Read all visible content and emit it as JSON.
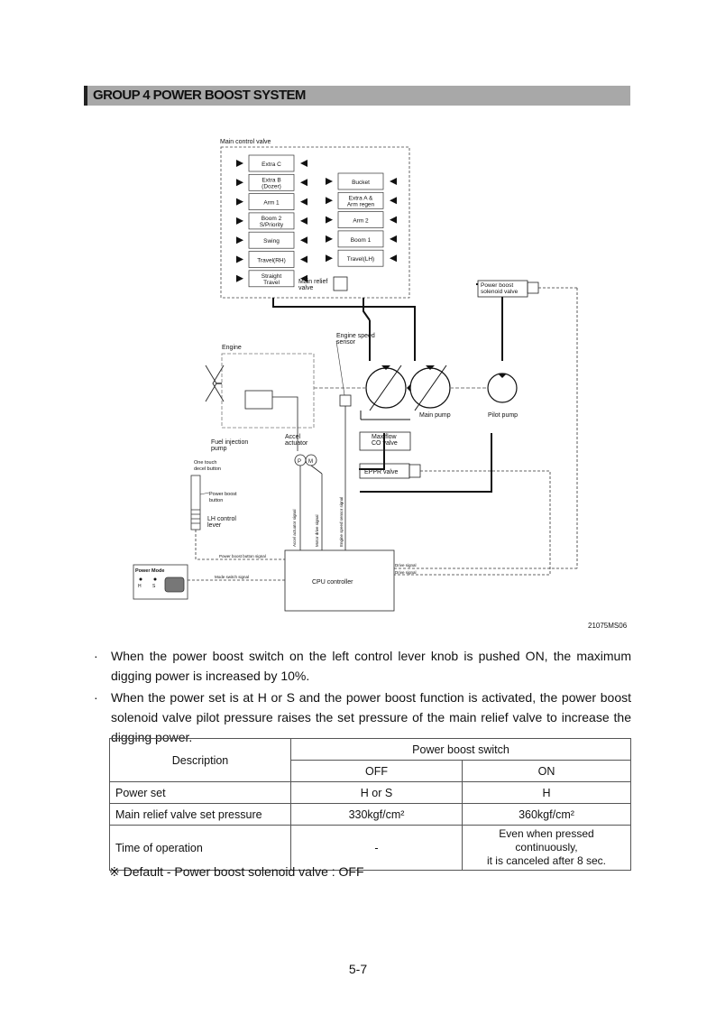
{
  "header": {
    "title": "GROUP  4  POWER BOOST SYSTEM"
  },
  "diagram": {
    "mcv_label": "Main control valve",
    "left_spools": [
      "Extra C",
      "Extra B\n(Dozer)",
      "Arm 1",
      "Boom 2\nS/Priority",
      "Swing",
      "Travel(RH)",
      "Straight\nTravel"
    ],
    "right_spools": [
      "Bucket",
      "Extra A &\nArm regen",
      "Arm 2",
      "Boom 1",
      "Travel(LH)"
    ],
    "main_relief_label": "Main relief\nvalve",
    "power_boost_solenoid_label": "Power boost\nsolenoid valve",
    "engine_label": "Engine",
    "engine_speed_sensor_label": "Engine speed\nsensor",
    "fuel_pump_label": "Fuel injection\npump",
    "accel_label": "Accel\nactuator",
    "main_pump_label": "Main pump",
    "pilot_pump_label": "Pilot pump",
    "max_flow_label": "Max flow\nCO valve",
    "eppr_label": "EPPR valve",
    "one_touch_label": "One touch\ndecel button",
    "power_boost_button_label": "Power boost\nbutton",
    "lh_lever_label": "LH control\nlever",
    "cpu_label": "CPU controller",
    "power_mode_label": "Power Mode",
    "power_mode_h": "H",
    "power_mode_s": "S",
    "signals": {
      "power_boost_button_signal": "Power boost button signal",
      "mode_switch_signal": "Mode switch signal",
      "drive_signal_1": "Drive signal",
      "drive_signal_2": "Drive signal",
      "accel_sensor_signal": "Accel actuator signal",
      "motor_drive_signal": "Motor drive signal",
      "engine_speed_signal": "Engine speed sensor signal"
    },
    "figure_id": "21075MS06",
    "pm_p": "P",
    "pm_m": "M"
  },
  "bullets": [
    "When the power boost switch on the left control lever knob is pushed ON, the maximum digging power is increased by 10%.",
    "When the power set is at H or S and the power boost function is activated, the power boost solenoid valve pilot pressure raises the set pressure of the main relief valve to increase the digging power."
  ],
  "bullet_marker": "·",
  "table": {
    "description_header": "Description",
    "switch_header": "Power boost switch",
    "off_header": "OFF",
    "on_header": "ON",
    "rows": [
      {
        "label": "Power set",
        "off": "H or S",
        "on": "H"
      },
      {
        "label": "Main relief valve set pressure",
        "off": "330kgf/cm²",
        "on": "360kgf/cm²"
      },
      {
        "label": "Time of operation",
        "off": "-",
        "on": "Even when pressed continuously,\nit is canceled after 8 sec."
      }
    ]
  },
  "note": "※ Default - Power boost solenoid valve : OFF",
  "page_number": "5-7"
}
